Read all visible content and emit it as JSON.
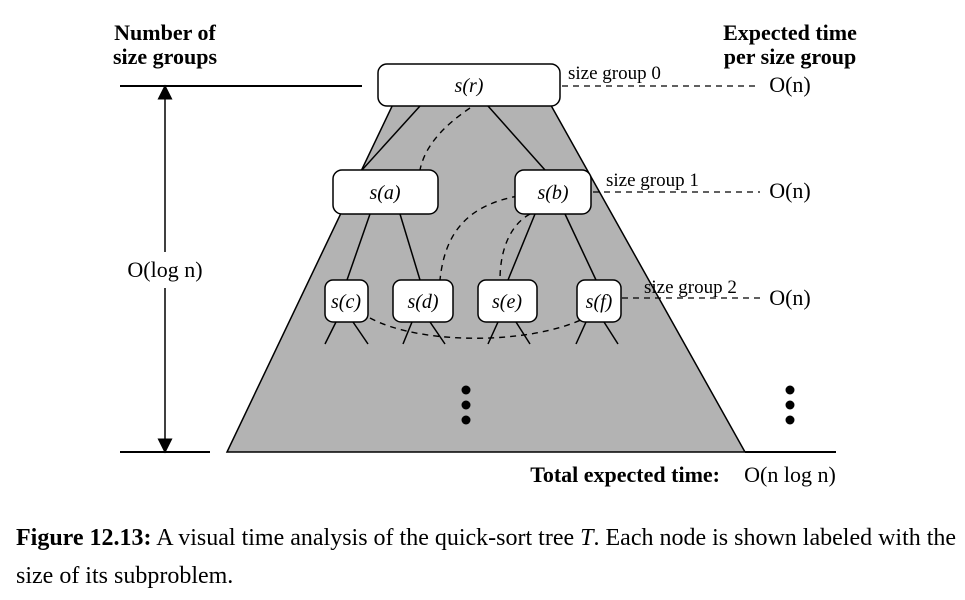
{
  "header_left": [
    "Number of",
    "size groups"
  ],
  "header_right": [
    "Expected time",
    "per size group"
  ],
  "depth_label": "O(log n)",
  "nodes": [
    {
      "id": "r",
      "label": "s(r)"
    },
    {
      "id": "a",
      "label": "s(a)"
    },
    {
      "id": "b",
      "label": "s(b)"
    },
    {
      "id": "c",
      "label": "s(c)"
    },
    {
      "id": "d",
      "label": "s(d)"
    },
    {
      "id": "e",
      "label": "s(e)"
    },
    {
      "id": "f",
      "label": "s(f)"
    }
  ],
  "size_groups": [
    {
      "label": "size group 0",
      "time": "O(n)"
    },
    {
      "label": "size group 1",
      "time": "O(n)"
    },
    {
      "label": "size group 2",
      "time": "O(n)"
    }
  ],
  "total_label": "Total expected time:",
  "total_value": "O(n log n)",
  "caption": {
    "number": "Figure 12.13:",
    "text_before": "A visual time analysis of the quick-sort tree",
    "var": "T",
    "text_after": ". Each node is shown labeled with the size of its subproblem."
  }
}
